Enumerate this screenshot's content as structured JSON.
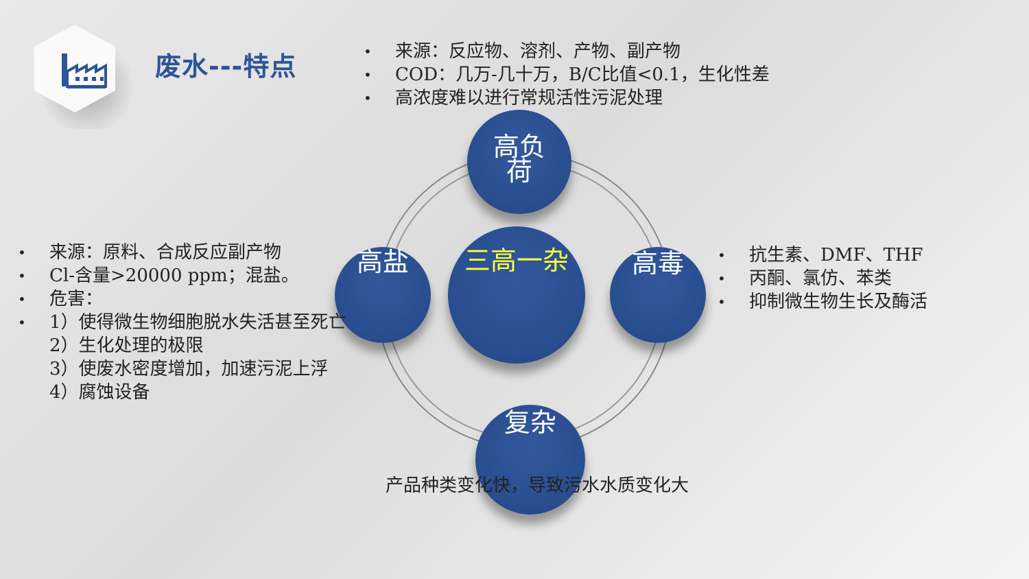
{
  "header": {
    "title": "废水---特点",
    "icon": "factory-icon",
    "icon_color": "#2d5597"
  },
  "top_bullets": [
    "来源：反应物、溶剂、产物、副产物",
    "COD：几万-几十万，B/C比值<0.1，生化性差",
    "高浓度难以进行常规活性污泥处理"
  ],
  "left_bullets": [
    "来源：原料、合成反应副产物",
    "Cl-含量>20000 ppm；混盐。",
    "危害：",
    "1）使得微生物细胞脱水失活甚至死亡"
  ],
  "left_sub_items": [
    "2）生化处理的极限",
    "3）使废水密度增加，加速污泥上浮",
    "4）腐蚀设备"
  ],
  "right_bullets": [
    "抗生素、DMF、THF",
    "丙酮、氯仿、苯类",
    "抑制微生物生长及酶活"
  ],
  "bullet_glyph": "•",
  "diagram": {
    "center": "三高一杂",
    "top_line1": "高负",
    "top_line2": "荷",
    "left": "高盐",
    "right": "高毒",
    "bottom": "复杂",
    "bottom_note": "产品种类变化快，导致污水水质变化大",
    "circle_color": "#2a4f91",
    "center_text_color": "#ffff33"
  }
}
